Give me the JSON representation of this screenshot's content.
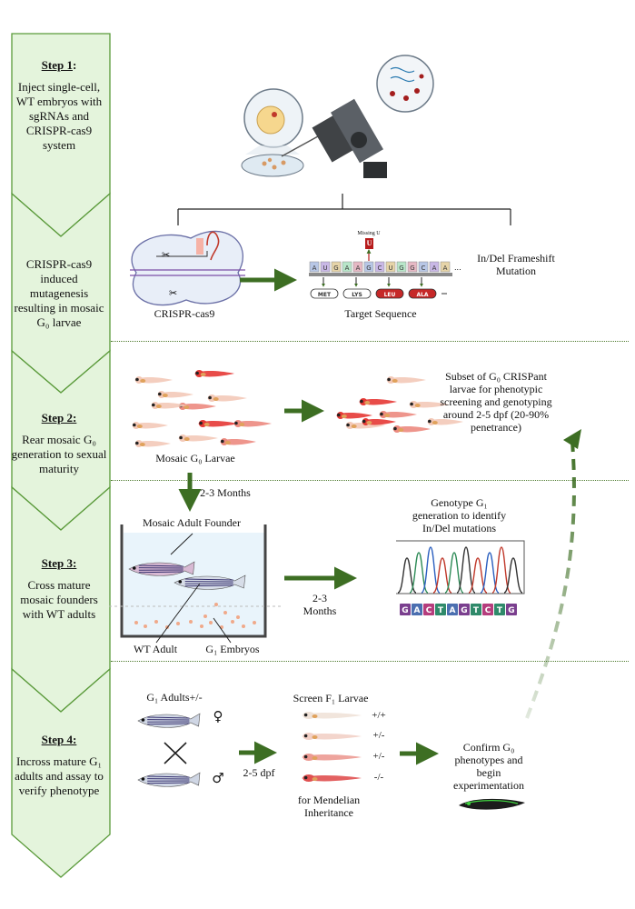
{
  "steps": [
    {
      "title": "Step 1",
      "sep": ":",
      "text": "Inject single-cell, WT embryos with sgRNAs and CRISPR-cas9 system"
    },
    {
      "title": "",
      "sep": "",
      "text": "CRISPR-cas9 induced mutagenesis resulting in mosaic G₀ larvae"
    },
    {
      "title": "Step 2:",
      "sep": "",
      "text": "Rear mosaic G₀ generation to sexual maturity"
    },
    {
      "title": "Step 3:",
      "sep": "",
      "text": "Cross mature mosaic founders with WT adults"
    },
    {
      "title": "Step 4:",
      "sep": "",
      "text": "Incross mature G₁ adults and assay to verify phenotype"
    }
  ],
  "row1": {
    "crispr_label": "CRISPR-cas9",
    "missing_label": "Missing U",
    "missing_base": "U",
    "target_label": "Target Sequence",
    "indel_label": "In/Del Frameshift Mutation",
    "bases": [
      "A",
      "U",
      "G",
      "A",
      "A",
      "G",
      "C",
      "U",
      "G",
      "G",
      "C",
      "A",
      "A"
    ],
    "codons": [
      "MET",
      "LYS",
      "LEU",
      "ALA"
    ]
  },
  "row2": {
    "larvae_label": "Mosaic G₀ Larvae",
    "subset_label": "Subset of G₀ CRISPant larvae for phenotypic screening and genotyping around 2-5 dpf (20-90% penetrance)",
    "months_label": "2-3 Months"
  },
  "row3": {
    "founder_label": "Mosaic Adult Founder",
    "wt_label": "WT Adult",
    "embryos_label": "G₁ Embryos",
    "months_label": "2-3 Months",
    "genotype_label": "Genotype G₁ generation to identify In/Del mutations",
    "seq_bases": [
      "G",
      "A",
      "C",
      "T",
      "A",
      "G",
      "T",
      "C",
      "T",
      "G"
    ]
  },
  "row4": {
    "adults_label": "G₁ Adults+/-",
    "female_symbol": "♀",
    "male_symbol": "♂",
    "dpf_label": "2-5 dpf",
    "screen_label": "Screen F₁ Larvae",
    "genotypes": [
      "+/+",
      "+/-",
      "+/-",
      "-/-"
    ],
    "mendel_label": "for Mendelian Inheritance",
    "confirm_label": "Confirm G₀ phenotypes and begin experimentation"
  },
  "colors": {
    "chevron_fill": "#e4f4dc",
    "chevron_stroke": "#5a9a3a",
    "arrow": "#3d6e23",
    "larva_red": "#e53935"
  }
}
